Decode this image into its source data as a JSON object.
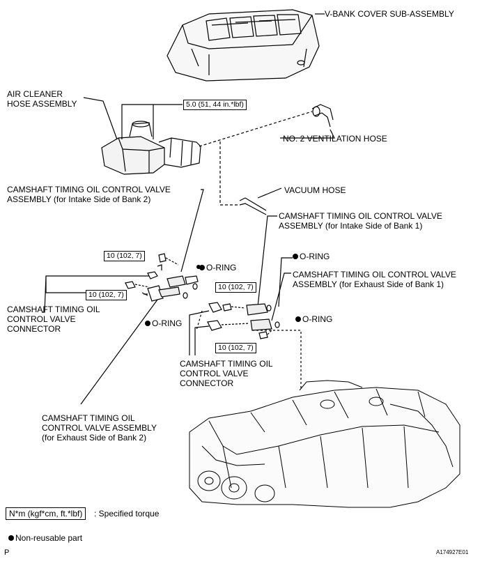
{
  "labels": {
    "v_bank_cover": "V-BANK COVER SUB-ASSEMBLY",
    "air_cleaner": [
      "AIR CLEANER",
      "HOSE ASSEMBLY"
    ],
    "no2_ventilation": "NO. 2 VENTILATION HOSE",
    "vacuum_hose": "VACUUM HOSE",
    "valve_intake_b2": [
      "CAMSHAFT TIMING OIL CONTROL VALVE",
      "ASSEMBLY (for Intake Side of Bank 2)"
    ],
    "valve_intake_b1": [
      "CAMSHAFT TIMING OIL CONTROL VALVE",
      "ASSEMBLY (for Intake Side of Bank 1)"
    ],
    "valve_exhaust_b1": [
      "CAMSHAFT TIMING OIL CONTROL VALVE",
      "ASSEMBLY (for Exhaust Side of Bank 1)"
    ],
    "valve_exhaust_b2": [
      "CAMSHAFT TIMING OIL",
      "CONTROL VALVE ASSEMBLY",
      "(for Exhaust Side of Bank 2)"
    ],
    "connector_left": [
      "CAMSHAFT TIMING OIL",
      "CONTROL VALVE",
      "CONNECTOR"
    ],
    "connector_right": [
      "CAMSHAFT TIMING OIL",
      "CONTROL VALVE",
      "CONNECTOR"
    ],
    "o_ring": "O-RING"
  },
  "torques": {
    "air_cleaner": "5.0 (51, 44 in.*lbf)",
    "bolt": "10 (102, 7)"
  },
  "legend": {
    "torque_unit": "N*m (kgf*cm, ft.*lbf)",
    "torque_desc": ": Specified torque",
    "non_reusable": "Non-reusable part"
  },
  "footer": {
    "left_code": "P",
    "figure_id": "A174927E01"
  }
}
